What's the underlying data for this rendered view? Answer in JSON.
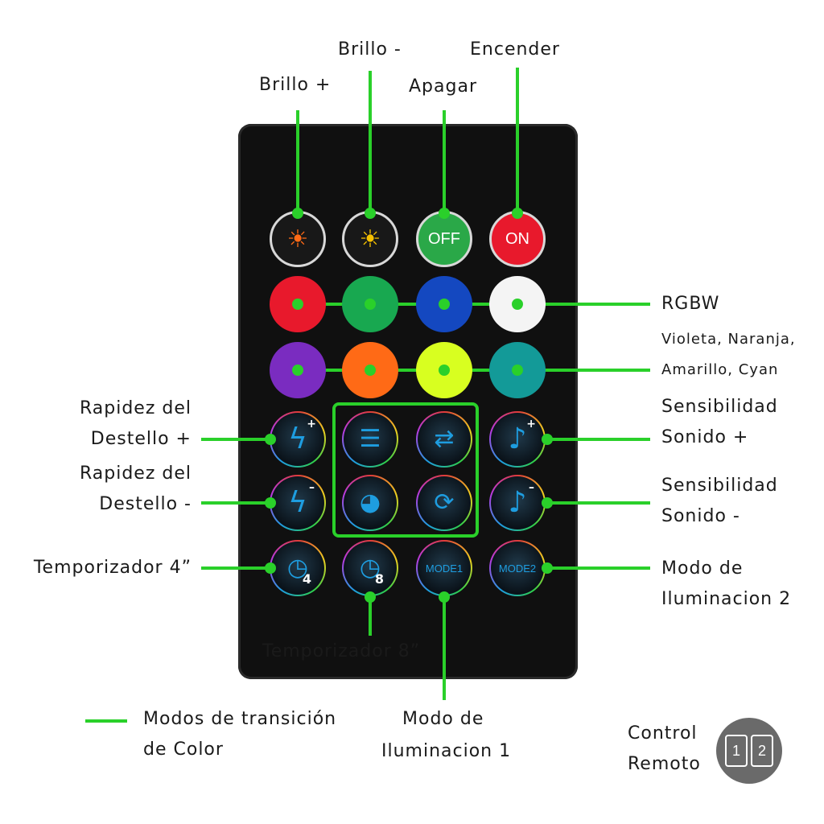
{
  "labels": {
    "brillo_mas": "Brillo +",
    "brillo_menos": "Brillo -",
    "apagar": "Apagar",
    "encender": "Encender",
    "rgbw": "RGBW",
    "colors_line1": "Violeta, Naranja,",
    "colors_line2": "Amarillo, Cyan",
    "rapidez_mas_1": "Rapidez del",
    "rapidez_mas_2": "Destello +",
    "rapidez_menos_1": "Rapidez del",
    "rapidez_menos_2": "Destello -",
    "sens_mas_1": "Sensibilidad",
    "sens_mas_2": "Sonido +",
    "sens_menos_1": "Sensibilidad",
    "sens_menos_2": "Sonido -",
    "temp4": "Temporizador 4”",
    "temp8": "Temporizador 8”",
    "modo2_1": "Modo de",
    "modo2_2": "Iluminacion 2",
    "modo1_1": "Modo de",
    "modo1_2": "Iluminacion 1",
    "legend_1": "Modos de transición",
    "legend_2": "de Color",
    "control_1": "Control",
    "control_2": "Remoto"
  },
  "buttons": {
    "off": "OFF",
    "on": "ON",
    "mode1": "MODE1",
    "mode2": "MODE2",
    "timer4_digit": "4",
    "timer8_digit": "8",
    "control_digit_1": "1",
    "control_digit_2": "2"
  },
  "colors": {
    "accent_green": "#2ad02a",
    "red": "#e8192c",
    "green": "#18a850",
    "blue": "#1448c0",
    "white": "#f4f4f4",
    "violet": "#7a2cc0",
    "orange": "#ff6a16",
    "yellow": "#d8ff20",
    "cyan": "#139a98",
    "on_button": "#e8192c",
    "off_button": "#2aa848"
  }
}
